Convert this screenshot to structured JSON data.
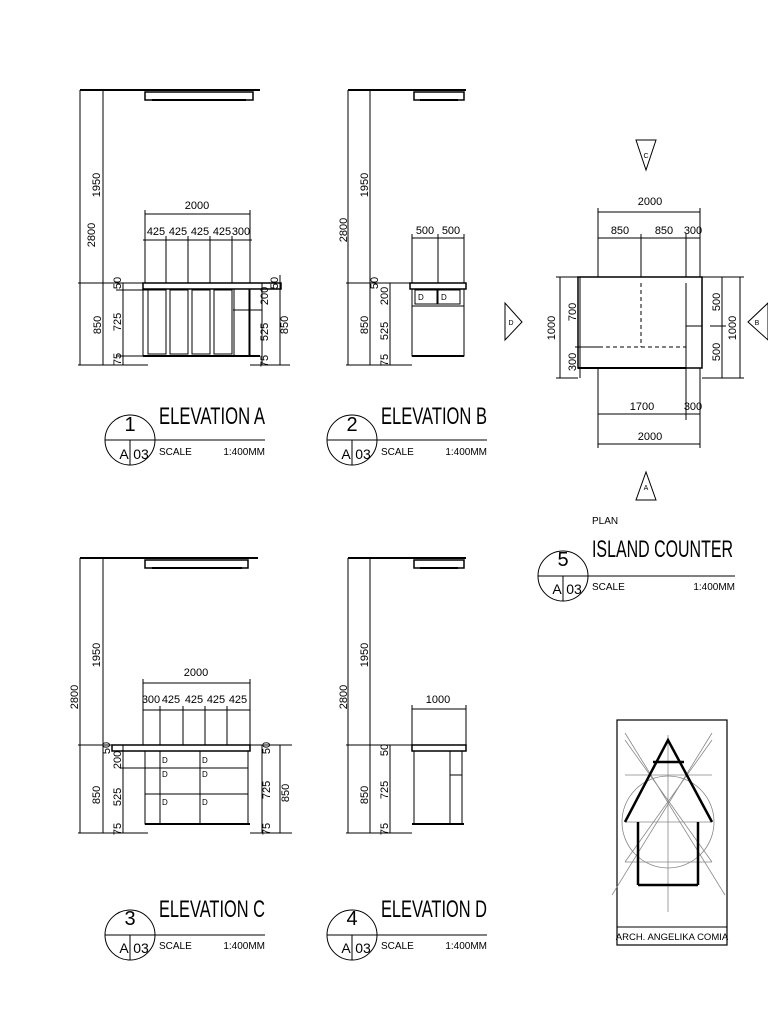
{
  "elevation_a": {
    "num": "1",
    "sheet_a": "A",
    "sheet_n": "03",
    "title": "ELEVATION A",
    "scale_label": "SCALE",
    "scale_value": "1:400MM",
    "dims": {
      "total_h": "2800",
      "upper_h": "1950",
      "width": "2000",
      "seg1": "425",
      "seg2": "425",
      "seg3": "425",
      "seg4": "425",
      "seg5": "300",
      "counter_l": "850",
      "body_l": "725",
      "top_l": "50",
      "base_l": "75",
      "top_r": "50",
      "drawer_r": "200",
      "door_r": "525",
      "base_r": "75",
      "counter_r": "850"
    }
  },
  "elevation_b": {
    "num": "2",
    "sheet_a": "A",
    "sheet_n": "03",
    "title": "ELEVATION B",
    "scale_label": "SCALE",
    "scale_value": "1:400MM",
    "dims": {
      "total_h": "2800",
      "upper_h": "1950",
      "seg1": "500",
      "seg2": "500",
      "counter_l": "850",
      "door_l": "525",
      "drawer_l": "200",
      "top_l": "50",
      "base_l": "75",
      "drawer_label_1": "D",
      "drawer_label_2": "D"
    }
  },
  "elevation_c": {
    "num": "3",
    "sheet_a": "A",
    "sheet_n": "03",
    "title": "ELEVATION C",
    "scale_label": "SCALE",
    "scale_value": "1:400MM",
    "dims": {
      "total_h": "2800",
      "upper_h": "1950",
      "width": "2000",
      "seg1": "300",
      "seg2": "425",
      "seg3": "425",
      "seg4": "425",
      "seg5": "425",
      "counter_l": "850",
      "door_l": "525",
      "drawer_l": "200",
      "top_l": "50",
      "base_l": "75",
      "top_r": "50",
      "body_r": "725",
      "base_r": "75",
      "counter_r": "850",
      "drawer_mark": "D"
    }
  },
  "elevation_d": {
    "num": "4",
    "sheet_a": "A",
    "sheet_n": "03",
    "title": "ELEVATION D",
    "scale_label": "SCALE",
    "scale_value": "1:400MM",
    "dims": {
      "total_h": "2800",
      "upper_h": "1950",
      "width": "1000",
      "counter_l": "850",
      "body_l": "725",
      "top_l": "50",
      "base_l": "75"
    }
  },
  "plan": {
    "num": "5",
    "sheet_a": "A",
    "sheet_n": "03",
    "pretitle": "PLAN",
    "title": "ISLAND COUNTER",
    "scale_label": "SCALE",
    "scale_value": "1:400MM",
    "dims": {
      "top_total": "2000",
      "top_seg1": "850",
      "top_seg2": "850",
      "top_seg3": "300",
      "bot_seg1": "1700",
      "bot_seg2": "300",
      "bot_total": "2000",
      "left_total": "1000",
      "left_seg1": "700",
      "left_seg2": "300",
      "right_seg1": "500",
      "right_seg2": "500",
      "right_total": "1000"
    },
    "markers": {
      "top": "C",
      "bottom": "A",
      "left": "D",
      "right": "B"
    }
  },
  "logo": {
    "caption": "ARCH. ANGELIKA COMIA"
  }
}
